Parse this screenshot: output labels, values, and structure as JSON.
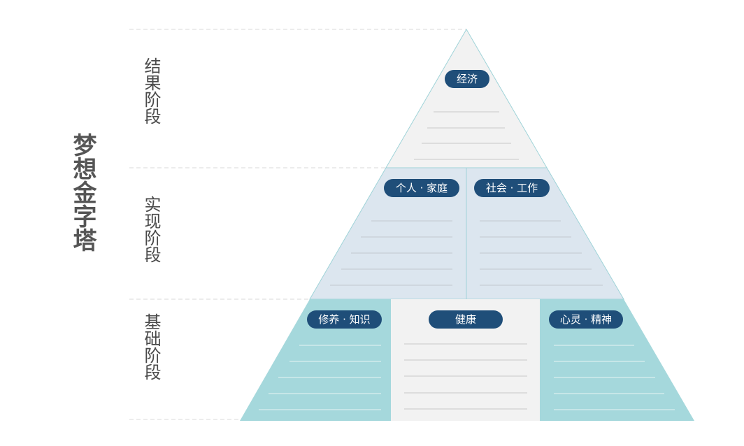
{
  "title": "梦想金字塔",
  "stages": [
    {
      "label": "结果阶段"
    },
    {
      "label": "实现阶段"
    },
    {
      "label": "基础阶段"
    }
  ],
  "sections": {
    "economy": "经济",
    "personal_family": "个人 · 家庭",
    "society_work": "社会 · 工作",
    "cultivation_knowledge": "修养 · 知识",
    "health": "健康",
    "mind_spirit": "心灵 · 精神"
  },
  "colors": {
    "top_fill": "#f2f2f2",
    "middle_fill": "#dce6ef",
    "bottom_side_fill": "#a5d8dc",
    "bottom_center_fill": "#f2f2f2",
    "pill_fill": "#1f4e79",
    "outline": "#9fd3d8",
    "title_text": "#555555"
  }
}
